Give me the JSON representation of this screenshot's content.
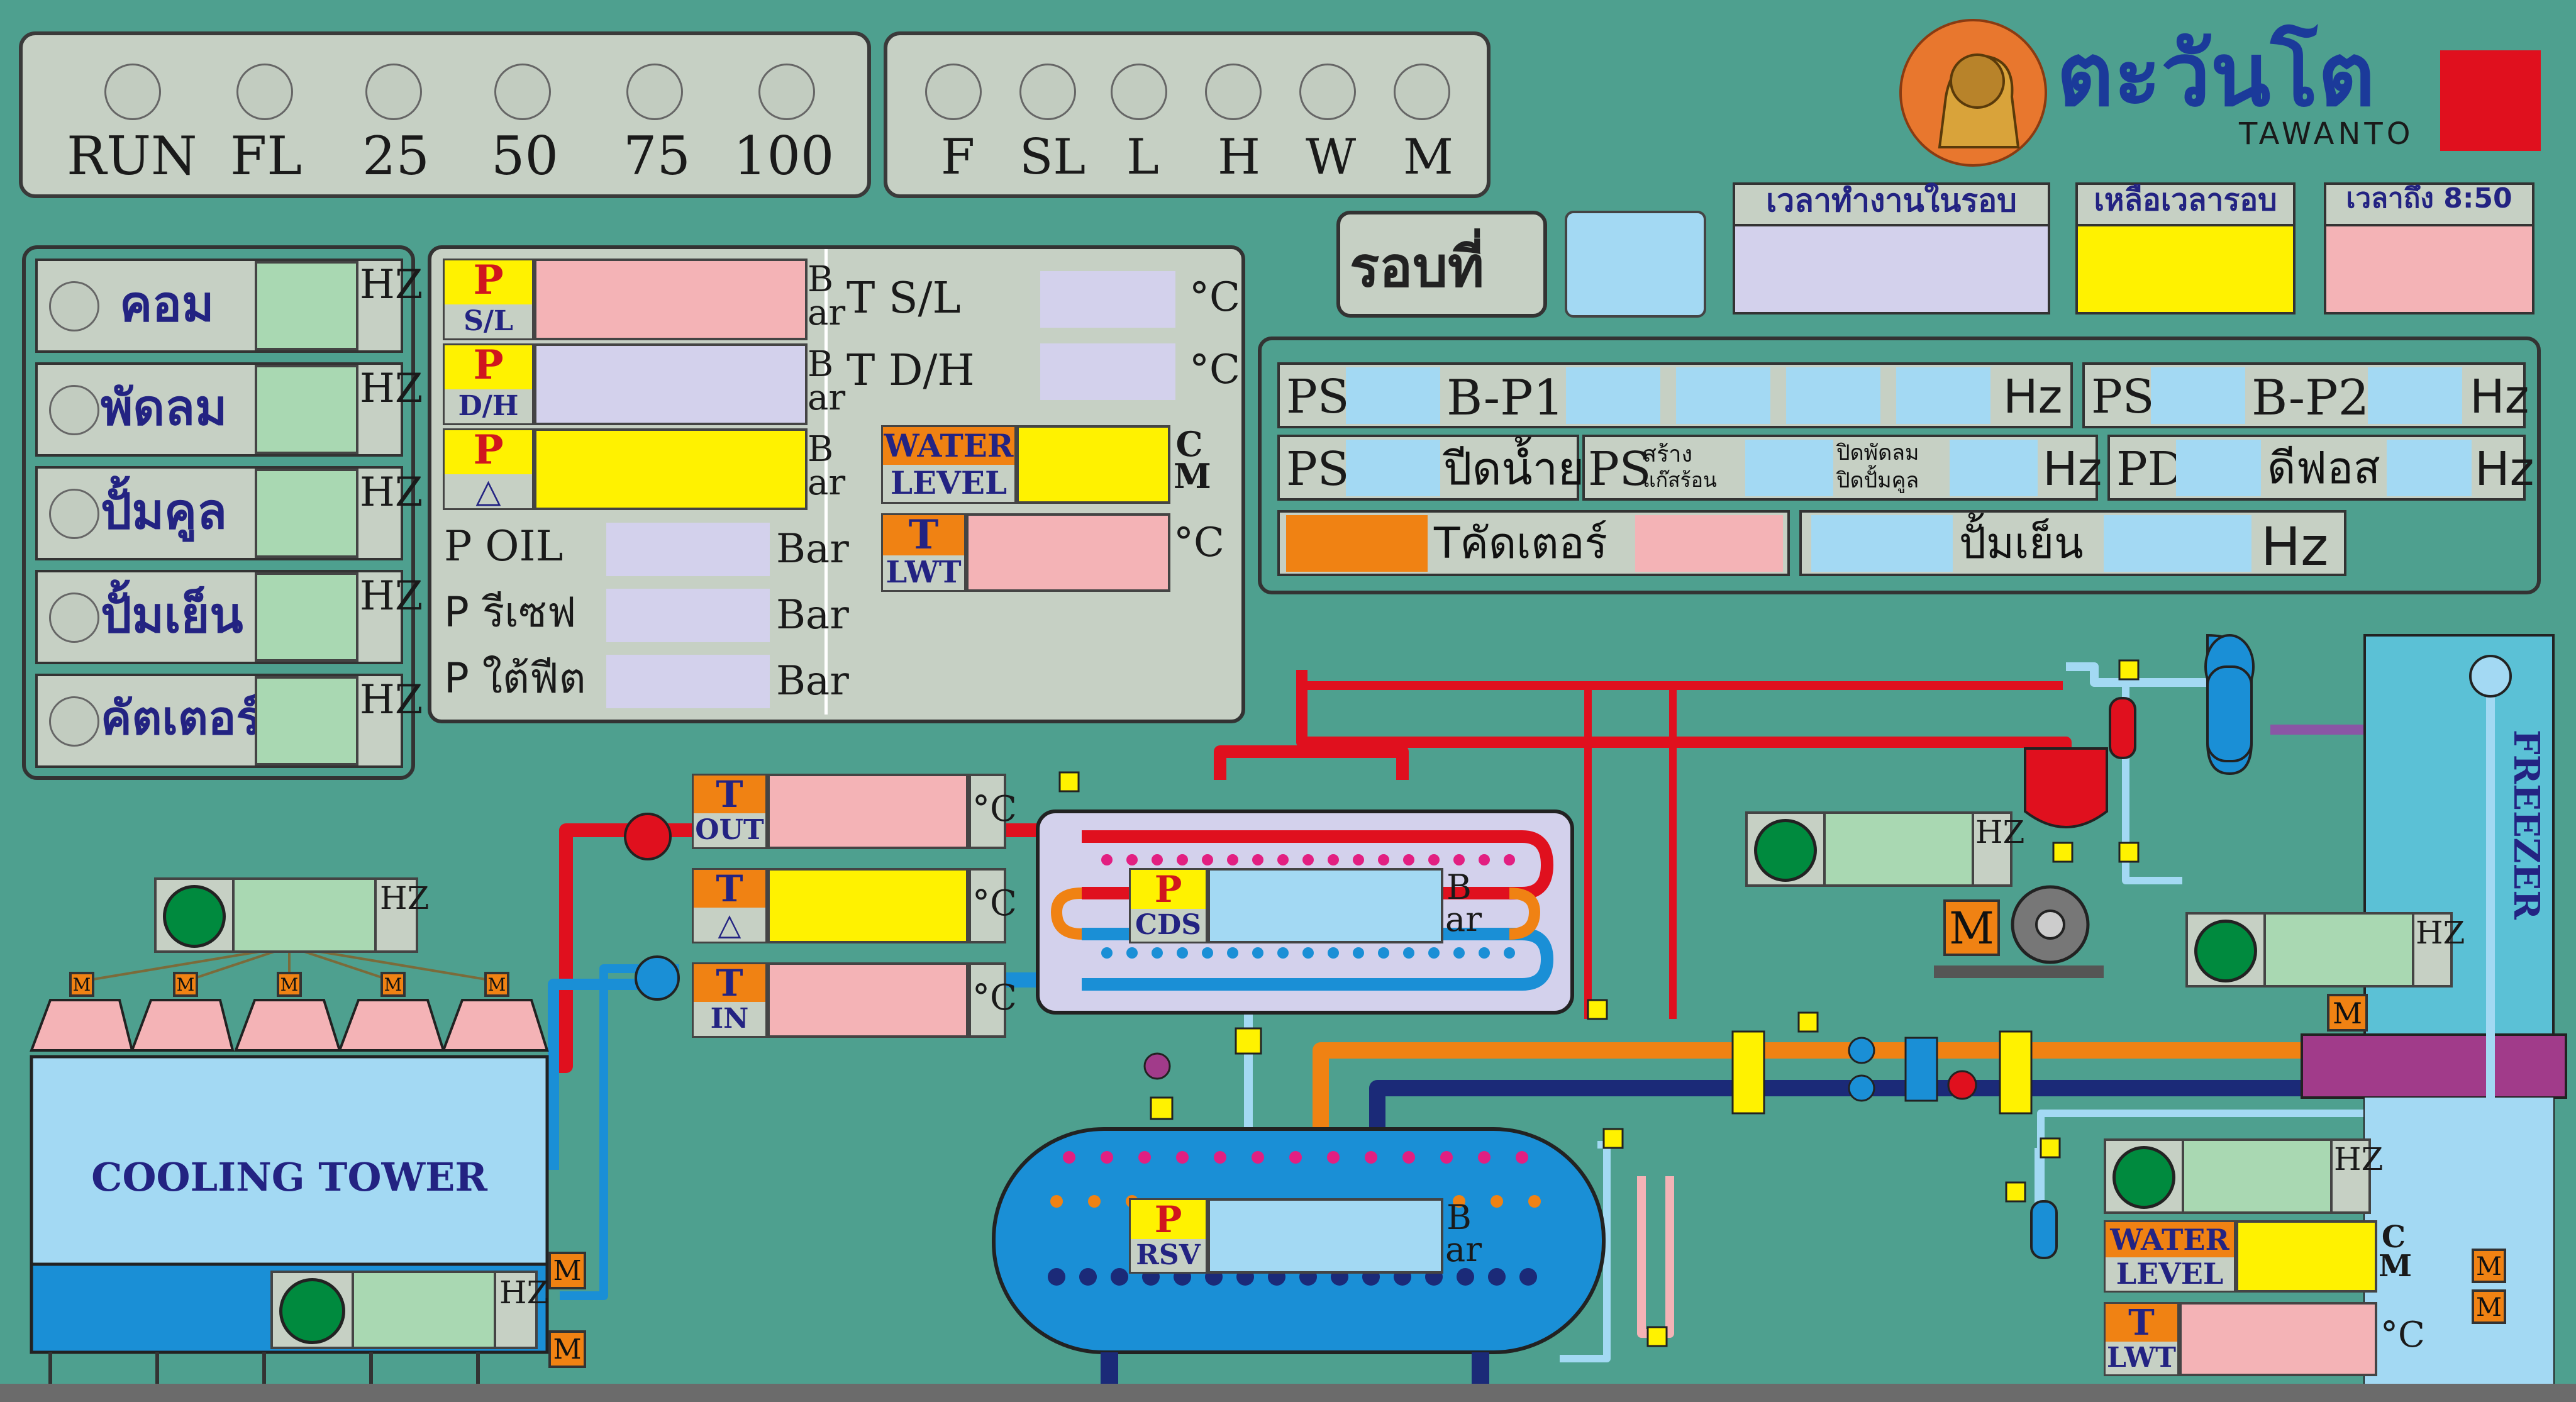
{
  "status_lamps_left": [
    "RUN",
    "FL",
    "25",
    "50",
    "75",
    "100"
  ],
  "status_lamps_right": [
    "F",
    "SL",
    "L",
    "H",
    "W",
    "M"
  ],
  "brand": {
    "name_th": "ตะวันโต",
    "name_en": "TAWANTO"
  },
  "round": {
    "label": "รอบที่",
    "work_time_label": "เวลาทำงานในรอบ",
    "remain_label": "เหลือเวลารอบ",
    "until_label": "เวลาถึง 8:50"
  },
  "motors": [
    {
      "label": "คอม",
      "unit": "HZ"
    },
    {
      "label": "พัดลม",
      "unit": "HZ"
    },
    {
      "label": "ปั้มคูล",
      "unit": "HZ"
    },
    {
      "label": "ปั้มเย็น",
      "unit": "HZ"
    },
    {
      "label": "คัตเตอร์",
      "unit": "HZ"
    }
  ],
  "pressure": {
    "p_sl": {
      "p": "P",
      "sub": "S/L",
      "unit_top": "B",
      "unit_bot": "ar"
    },
    "p_dh": {
      "p": "P",
      "sub": "D/H",
      "unit_top": "B",
      "unit_bot": "ar"
    },
    "p_delta": {
      "p": "P",
      "sub": "△",
      "unit_top": "B",
      "unit_bot": "ar"
    },
    "p_oil": {
      "label": "P  OIL",
      "unit": "Bar"
    },
    "p_receive": {
      "label": "P  รีเซฟ",
      "unit": "Bar"
    },
    "p_underfeet": {
      "label": "P  ใต้ฟีต",
      "unit": "Bar"
    }
  },
  "temps": {
    "t_sl": {
      "label": "T  S/L",
      "unit": "°C"
    },
    "t_dh": {
      "label": "T  D/H",
      "unit": "°C"
    },
    "water_level": {
      "a": "WATER",
      "b": "LEVEL",
      "unit_top": "C",
      "unit_bot": "M"
    },
    "lwt": {
      "a": "T",
      "b": "LWT",
      "unit": "°C"
    }
  },
  "ps_panel": {
    "ps": "PS",
    "bp1": "B-P1",
    "bp2": "B-P2",
    "hz": "Hz",
    "pump_liquid": "ปีดน้ำยา",
    "ps_build_top": "สร้าง",
    "ps_build_bot": "แก๊สร้อน",
    "close_fan": "ปิดพัดลม",
    "close_pump": "ปิดปั้มคูล",
    "pd": "PD",
    "defrost": "ดีฟอส",
    "t_cutter": "Tคัดเตอร์",
    "cold_pump": "ปั้มเย็น"
  },
  "process": {
    "t_out": {
      "a": "T",
      "b": "OUT",
      "unit": "°C"
    },
    "t_delta": {
      "a": "T",
      "b": "△",
      "unit": "°C"
    },
    "t_in": {
      "a": "T",
      "b": "IN",
      "unit": "°C"
    },
    "p_cds": {
      "a": "P",
      "b": "CDS",
      "unit_top": "B",
      "unit_bot": "ar"
    },
    "p_rsv": {
      "a": "P",
      "b": "RSV",
      "unit_top": "B",
      "unit_bot": "ar"
    },
    "cooling_tower": "COOLING TOWER",
    "freezer": "FREEZER",
    "hz": "HZ",
    "m": "M",
    "water_level2": {
      "a": "WATER",
      "b": "LEVEL",
      "unit_top": "C",
      "unit_bot": "M"
    },
    "lwt2": {
      "a": "T",
      "b": "LWT",
      "unit": "°C"
    }
  },
  "colors": {
    "background": "#4ea08f",
    "panel": "#c6d0c4",
    "hot_pipe": "#e0101e",
    "cold_pipe": "#1a8fd6",
    "liquid_pipe": "#f08213",
    "suction_pipe": "#1b2a78"
  }
}
